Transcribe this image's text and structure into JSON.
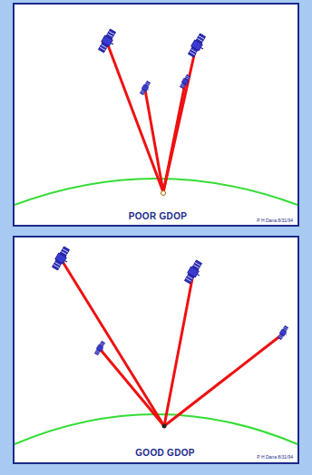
{
  "diagram": {
    "nodes": [
      {
        "text": [
          "POOR GDOP",
          "P H Dana 8/31/94"
        ]
      },
      {
        "text": [
          "GOOD GDOP",
          "P H Dana 8/31/94"
        ]
      }
    ]
  }
}
